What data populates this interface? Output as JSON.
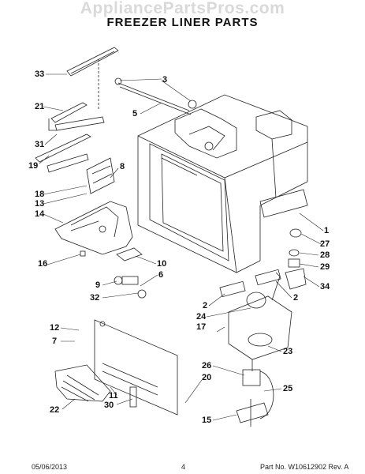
{
  "watermark": "AppliancePartsPros.com",
  "title": "FREEZER LINER PARTS",
  "callouts": [
    "33",
    "21",
    "31",
    "19",
    "18",
    "13",
    "14",
    "16",
    "3",
    "5",
    "8",
    "1",
    "27",
    "28",
    "29",
    "34",
    "10",
    "6",
    "9",
    "32",
    "2",
    "2",
    "24",
    "17",
    "12",
    "7",
    "26",
    "23",
    "25",
    "20",
    "11",
    "30",
    "22",
    "15"
  ],
  "footer": {
    "date": "05/06/2013",
    "page": "4",
    "part_no": "Part No. W10612902 Rev. A"
  }
}
